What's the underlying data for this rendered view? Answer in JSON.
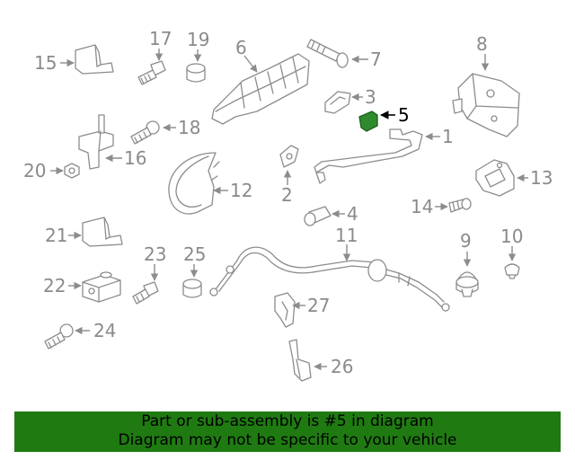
{
  "highlight": {
    "part_number": "5",
    "color": "#2e8b2e"
  },
  "callouts": [
    "1",
    "2",
    "3",
    "4",
    "5",
    "6",
    "7",
    "8",
    "9",
    "10",
    "11",
    "12",
    "13",
    "14",
    "15",
    "16",
    "17",
    "18",
    "19",
    "20",
    "21",
    "22",
    "23",
    "24",
    "25",
    "26",
    "27"
  ],
  "banner": {
    "line1": "Part or sub-assembly is #5 in diagram",
    "line2": "Diagram may not be specific to your vehicle",
    "background": "#1f7a12"
  }
}
